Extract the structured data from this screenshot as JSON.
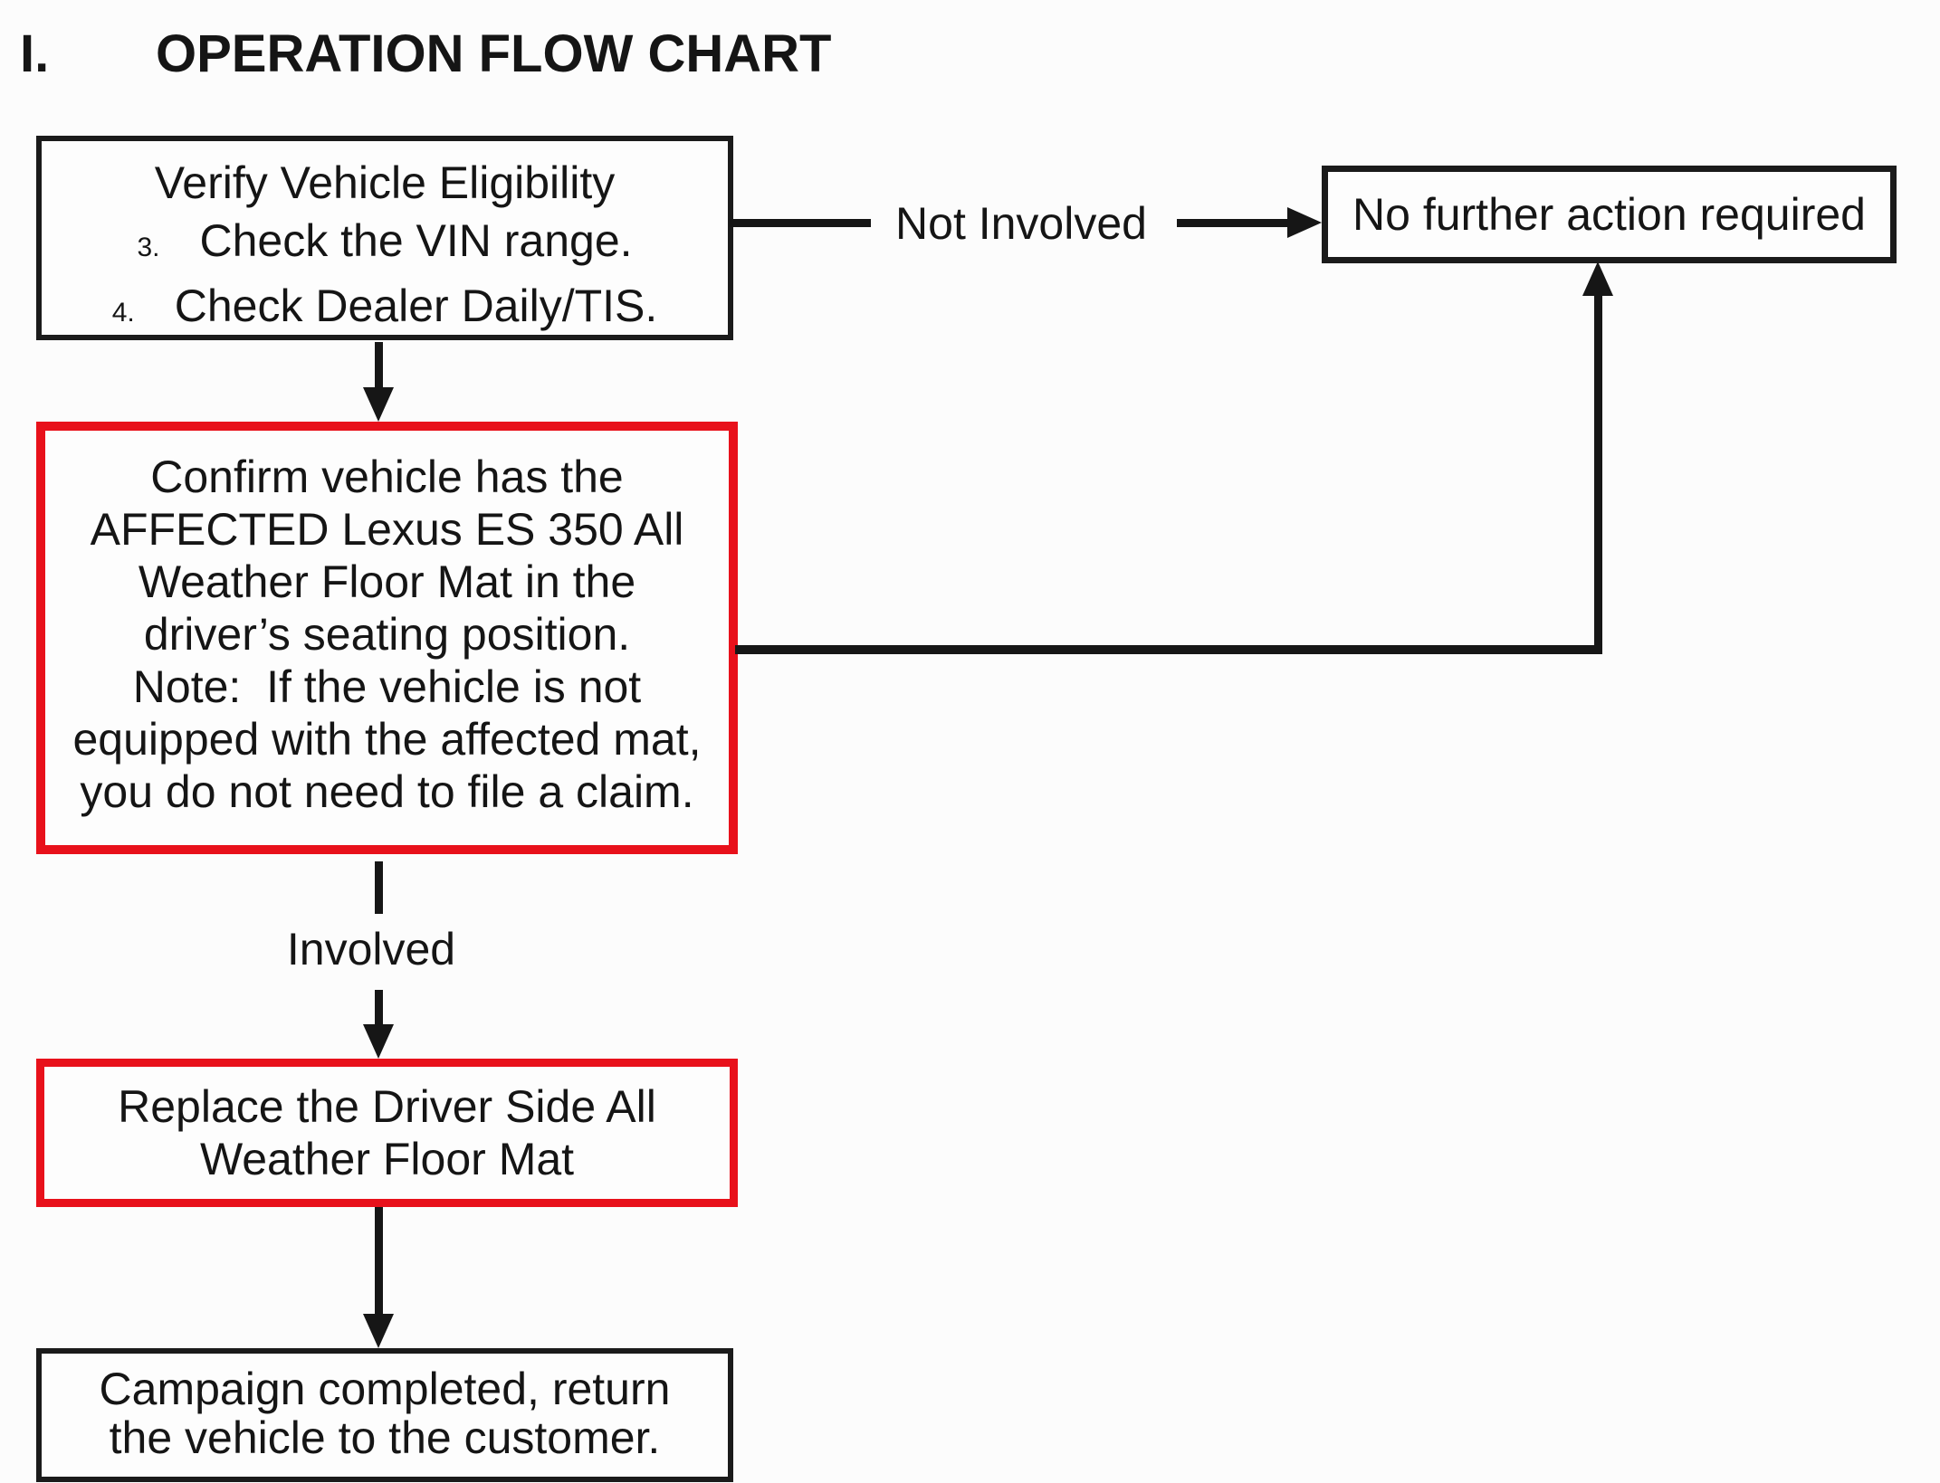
{
  "title": {
    "numeral": "I.",
    "text": "OPERATION FLOW CHART"
  },
  "colors": {
    "highlight_box_border": "#e8111b",
    "standard_box_border": "#1b1b1b",
    "connector": "#161616",
    "background": "#fcfcfc",
    "text": "#151515"
  },
  "nodes": {
    "verify": {
      "heading": "Verify Vehicle Eligibility",
      "items": [
        {
          "num": "3.",
          "text": "Check the VIN range."
        },
        {
          "num": "4.",
          "text": "Check Dealer Daily/TIS."
        }
      ]
    },
    "no_action": {
      "text": "No further action required"
    },
    "confirm": {
      "lines": [
        "Confirm vehicle has the",
        "AFFECTED Lexus ES 350 All",
        "Weather Floor Mat in the",
        "driver’s seating position.",
        "Note:  If the vehicle is not",
        "equipped with the affected mat,",
        "you do not need to file a claim."
      ]
    },
    "replace": {
      "lines": [
        "Replace the Driver Side All",
        "Weather Floor Mat"
      ]
    },
    "complete": {
      "lines": [
        "Campaign completed, return",
        "the vehicle to the customer."
      ]
    }
  },
  "labels": {
    "not_involved": "Not Involved",
    "involved": "Involved"
  },
  "edges": [
    {
      "from": "verify-eligibility",
      "to": "no-further-action",
      "label": "Not Involved"
    },
    {
      "from": "verify-eligibility",
      "to": "confirm-affected-mat",
      "label": ""
    },
    {
      "from": "confirm-affected-mat",
      "to": "no-further-action",
      "label": ""
    },
    {
      "from": "confirm-affected-mat",
      "to": "replace-floor-mat",
      "label": "Involved"
    },
    {
      "from": "replace-floor-mat",
      "to": "campaign-completed",
      "label": ""
    }
  ]
}
